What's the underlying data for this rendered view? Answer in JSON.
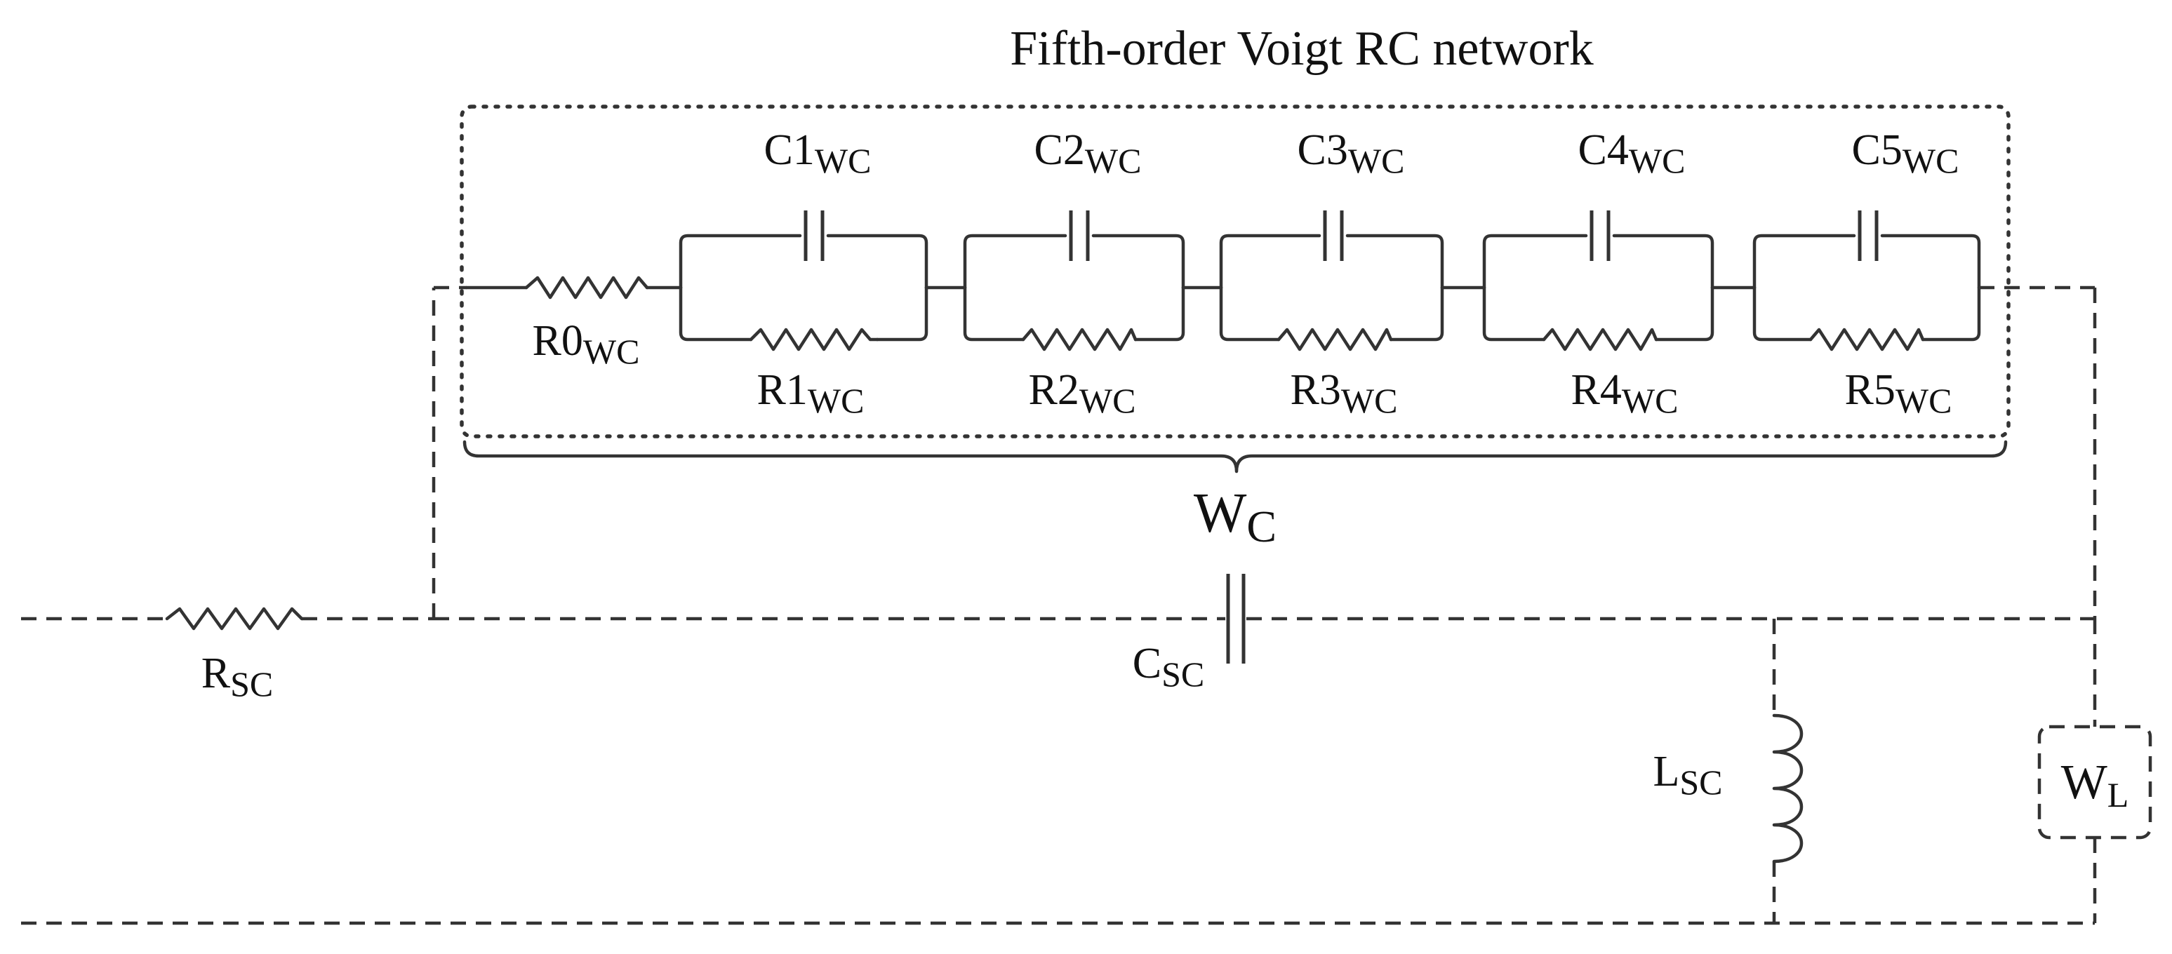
{
  "title": "Fifth-order Voigt RC network",
  "series_resistor": {
    "main": "R0",
    "sub": "WC"
  },
  "voigt_elements": [
    {
      "cap_main": "C1",
      "cap_sub": "WC",
      "res_main": "R1",
      "res_sub": "WC"
    },
    {
      "cap_main": "C2",
      "cap_sub": "WC",
      "res_main": "R2",
      "res_sub": "WC"
    },
    {
      "cap_main": "C3",
      "cap_sub": "WC",
      "res_main": "R3",
      "res_sub": "WC"
    },
    {
      "cap_main": "C4",
      "cap_sub": "WC",
      "res_main": "R4",
      "res_sub": "WC"
    },
    {
      "cap_main": "C5",
      "cap_sub": "WC",
      "res_main": "R5",
      "res_sub": "WC"
    }
  ],
  "brace_label": {
    "main": "W",
    "sub": "C"
  },
  "rsc": {
    "main": "R",
    "sub": "SC"
  },
  "csc": {
    "main": "C",
    "sub": "SC"
  },
  "lsc": {
    "main": "L",
    "sub": "SC"
  },
  "wl": {
    "main": "W",
    "sub": "L"
  },
  "colors": {
    "line": "#333333",
    "text": "#111111",
    "background": "#ffffff"
  }
}
